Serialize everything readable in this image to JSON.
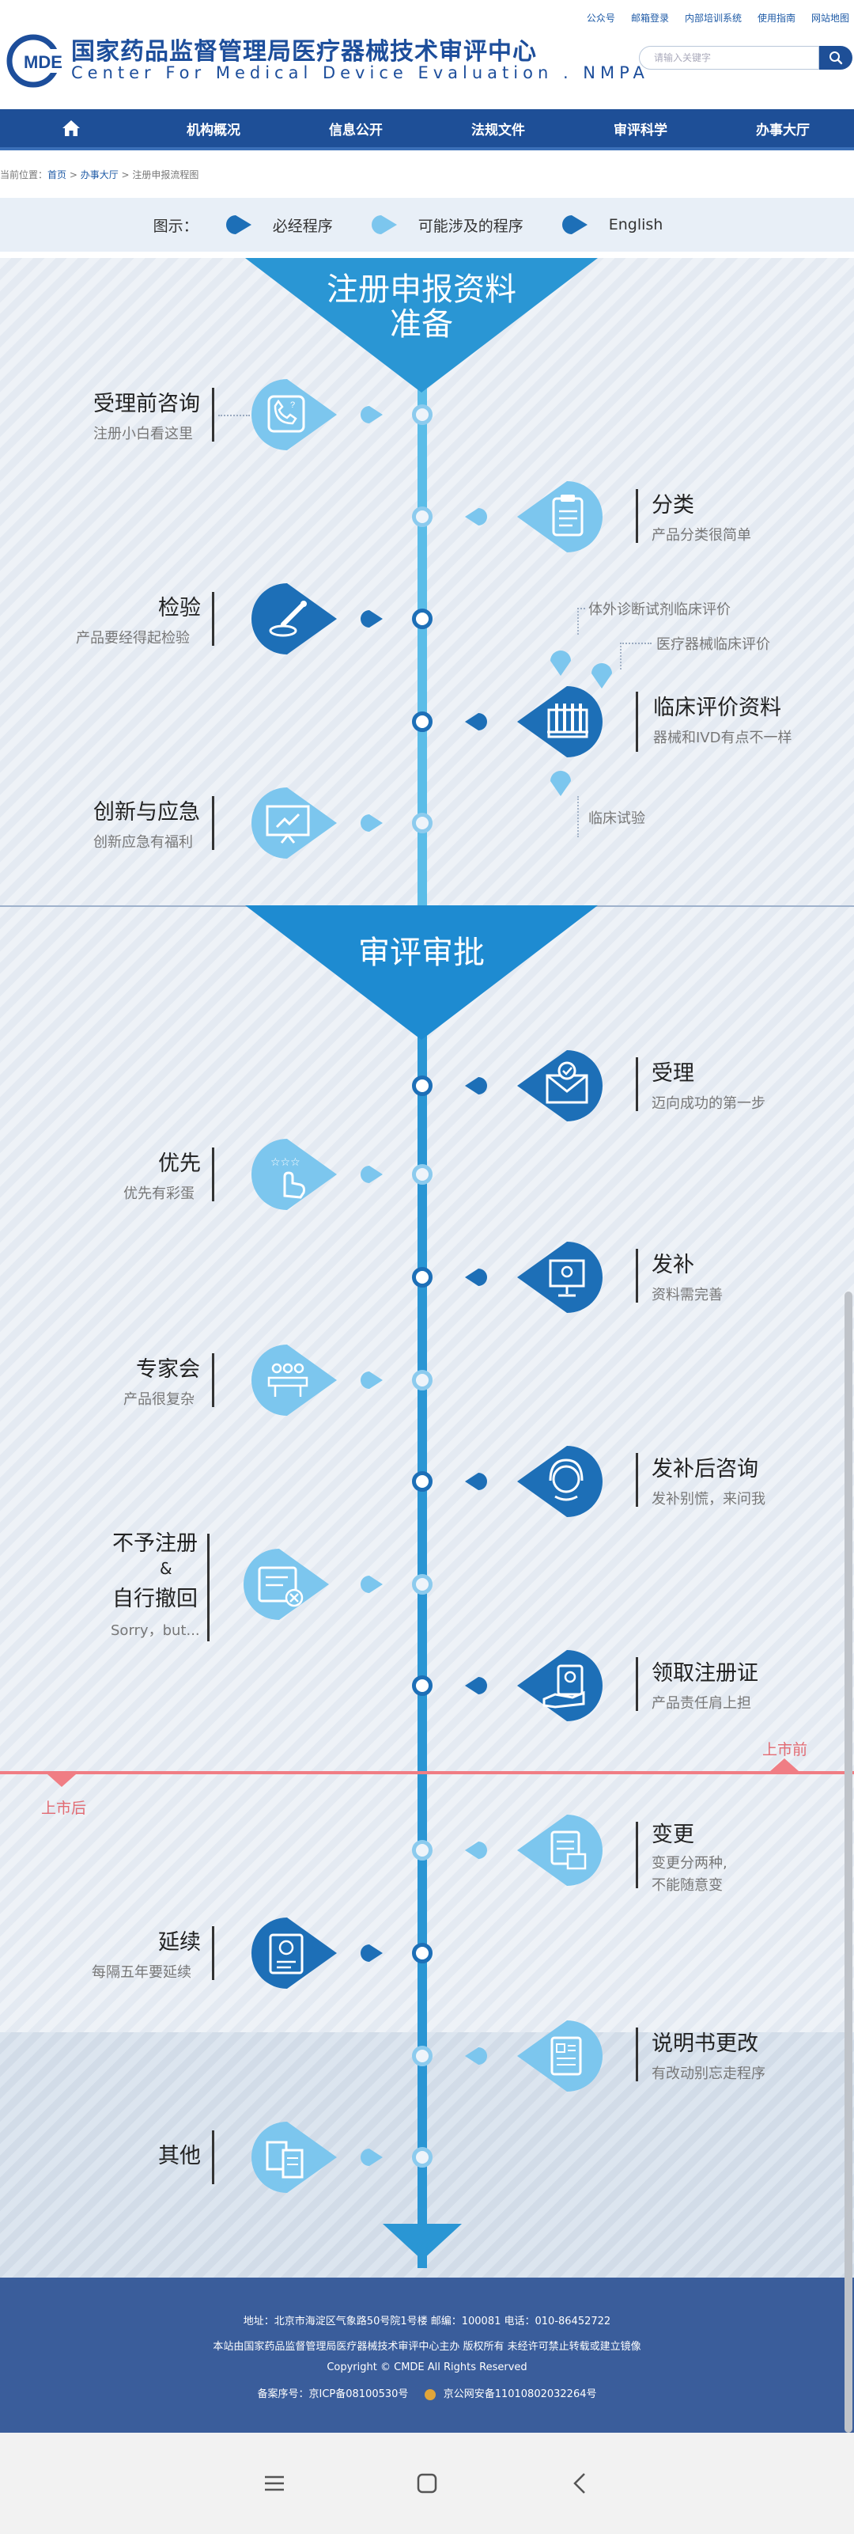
{
  "header": {
    "top_links": [
      "公众号",
      "邮箱登录",
      "内部培训系统",
      "使用指南",
      "网站地图"
    ],
    "logo_letters": "MDE",
    "logo_cn": "国家药品监督管理局医疗器械技术审评中心",
    "logo_en": "Center For Medical Device Evaluation . NMPA",
    "search_placeholder": "请输入关键字"
  },
  "nav": {
    "home_icon": "home-icon",
    "items": [
      "机构概况",
      "信息公开",
      "法规文件",
      "审评科学",
      "办事大厅"
    ]
  },
  "breadcrumb": {
    "prefix": "当前位置：",
    "items": [
      "首页",
      "办事大厅",
      "注册申报流程图"
    ],
    "sep": " > "
  },
  "legend": {
    "label": "图示：",
    "entries": [
      "必经程序",
      "可能涉及的程序",
      "English"
    ],
    "colors": {
      "required": "#1d6fb7",
      "optional": "#7cc6ee",
      "english": "#1d6fb7"
    }
  },
  "sections": {
    "prep": "注册申报资料准备",
    "prep_line1": "注册申报资料",
    "prep_line2": "准备",
    "review": "审评审批"
  },
  "steps": {
    "consult": {
      "title": "受理前咨询",
      "sub": "注册小白看这里",
      "icon": "phone-icon"
    },
    "classify": {
      "title": "分类",
      "sub": "产品分类很简单",
      "icon": "clipboard-icon"
    },
    "test": {
      "title": "检验",
      "sub": "产品要经得起检验",
      "icon": "microscope-icon"
    },
    "clinical": {
      "title": "临床评价资料",
      "sub": "器械和IVD有点不一样",
      "icon": "test-tubes-icon"
    },
    "innovate": {
      "title": "创新与应急",
      "sub": "创新应急有福利",
      "icon": "presentation-icon"
    },
    "accept": {
      "title": "受理",
      "sub": "迈向成功的第一步",
      "icon": "envelope-check-icon"
    },
    "priority": {
      "title": "优先",
      "sub": "优先有彩蛋",
      "icon": "stars-hand-icon"
    },
    "supplement": {
      "title": "发补",
      "sub": "资料需完善",
      "icon": "monitor-icon"
    },
    "expert": {
      "title": "专家会",
      "sub": "产品很复杂",
      "icon": "meeting-icon"
    },
    "post_consult": {
      "title": "发补后咨询",
      "sub": "发补别慌，来问我",
      "icon": "headset-icon"
    },
    "reject_t1": "不予注册",
    "reject_t2": "&",
    "reject_t3": "自行撤回",
    "reject_sub": "Sorry，but...",
    "reject_icon": "form-cancel-icon",
    "certificate": {
      "title": "领取注册证",
      "sub": "产品责任肩上担",
      "icon": "certificate-hand-icon"
    },
    "change": {
      "title": "变更",
      "sub1": "变更分两种,",
      "sub2": "不能随意变",
      "icon": "document-stack-icon"
    },
    "renew": {
      "title": "延续",
      "sub": "每隔五年要延续",
      "icon": "badge-document-icon"
    },
    "manual": {
      "title": "说明书更改",
      "sub": "有改动别忘走程序",
      "icon": "manual-icon"
    },
    "other": {
      "title": "其他",
      "icon": "papers-icon"
    }
  },
  "clinical_notes": {
    "ivd": "体外诊断试剂临床评价",
    "device": "医疗器械临床评价",
    "trial": "临床试验"
  },
  "market": {
    "before": "上市前",
    "after": "上市后"
  },
  "footer": {
    "line1": "地址：北京市海淀区气象路50号院1号楼    邮编：100081    电话：010-86452722",
    "line2": "本站由国家药品监督管理局医疗器械技术审评中心主办  版权所有  未经许可禁止转载或建立镜像",
    "line3": "Copyright © CMDE All Rights Reserved",
    "line4a": "备案序号：京ICP备08100530号",
    "line4b": "京公网安备11010802032264号"
  }
}
